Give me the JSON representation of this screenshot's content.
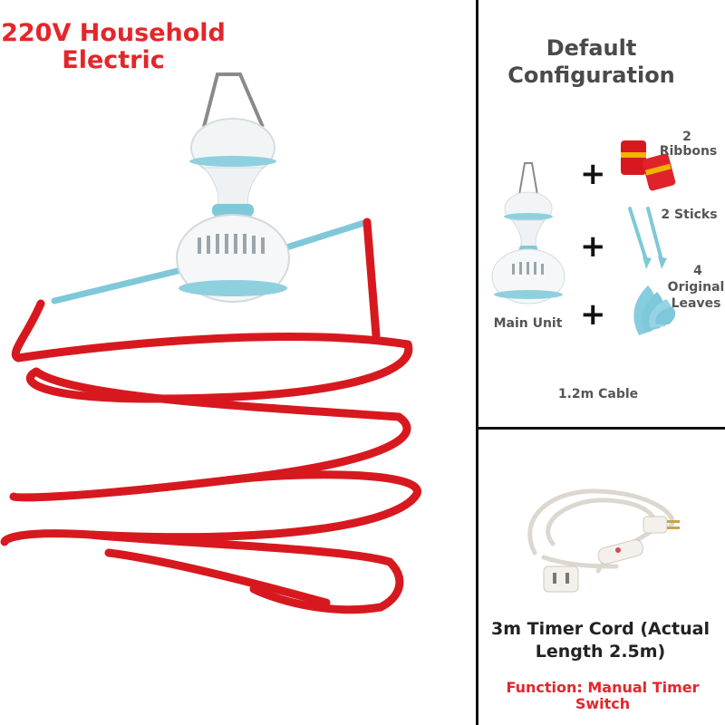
{
  "headline": "220V Household Electric",
  "config": {
    "title": "Default Configuration",
    "items": [
      {
        "count": "2",
        "label": "Ribbons"
      },
      {
        "count": "",
        "label": "2 Sticks"
      },
      {
        "count": "4",
        "label": "Original Leaves"
      }
    ],
    "main_unit_label": "Main Unit",
    "cable_label": "1.2m Cable"
  },
  "cord": {
    "title": "3m Timer Cord (Actual Length 2.5m)",
    "function_text": "Function: Manual Timer Switch"
  },
  "colors": {
    "accent_red": "#e4262b",
    "fan_blue": "#7fc8d9",
    "ribbon_red": "#d7191f"
  }
}
